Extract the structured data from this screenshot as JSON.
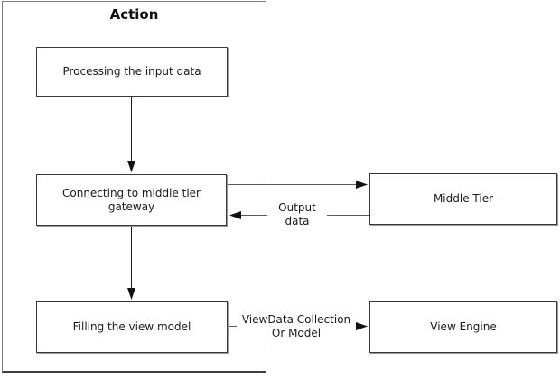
{
  "container_title": "Action",
  "nodes": [
    {
      "id": "processing-input-data",
      "label": "Processing the input data"
    },
    {
      "id": "connecting-middle-tier-gateway",
      "label": "Connecting to middle tier gateway"
    },
    {
      "id": "filling-view-model",
      "label": "Filling the view model"
    },
    {
      "id": "middle-tier",
      "label": "Middle Tier"
    },
    {
      "id": "view-engine",
      "label": "View Engine"
    }
  ],
  "edge_labels": {
    "output": {
      "line1": "Output",
      "line2": "data"
    },
    "viewdata": {
      "line1": "ViewData Collection",
      "line2": "Or Model"
    }
  },
  "colors": {
    "background": "#ffffff",
    "box_border": "#383838",
    "box_shadow": "#9a9a9a",
    "container_border": "#7d7d7d",
    "vertical_line": "#1c1c1c",
    "horizontal_line": "#5a5a5a",
    "arrowhead": "#111111",
    "text": "#1a1a1a"
  }
}
